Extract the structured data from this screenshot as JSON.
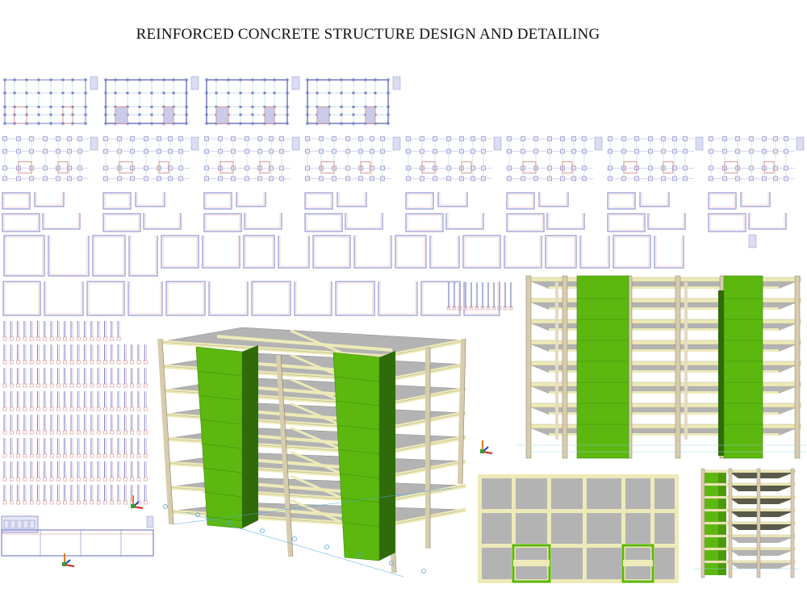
{
  "title": "REINFORCED CONCRETE STRUCTURE DESIGN AND DETAILING",
  "colors": {
    "drawing_frame": "#7b80c9",
    "grid_line": "#9fd3d6",
    "rebar_red": "#d88a8a",
    "core_wall_green": "#5cb80e",
    "core_wall_dark": "#2f6b08",
    "beam_beige": "#eeeab8",
    "column_tan": "#d8ccae",
    "slab_gray": "#b3b3b3"
  },
  "views": [
    "floor-plan-sheets",
    "column-layout-sheets",
    "beam-detail-sheets",
    "rebar-detail-sheets",
    "3d-model-perspective",
    "3d-model-elevation",
    "plan-view-model",
    "3d-model-side"
  ]
}
